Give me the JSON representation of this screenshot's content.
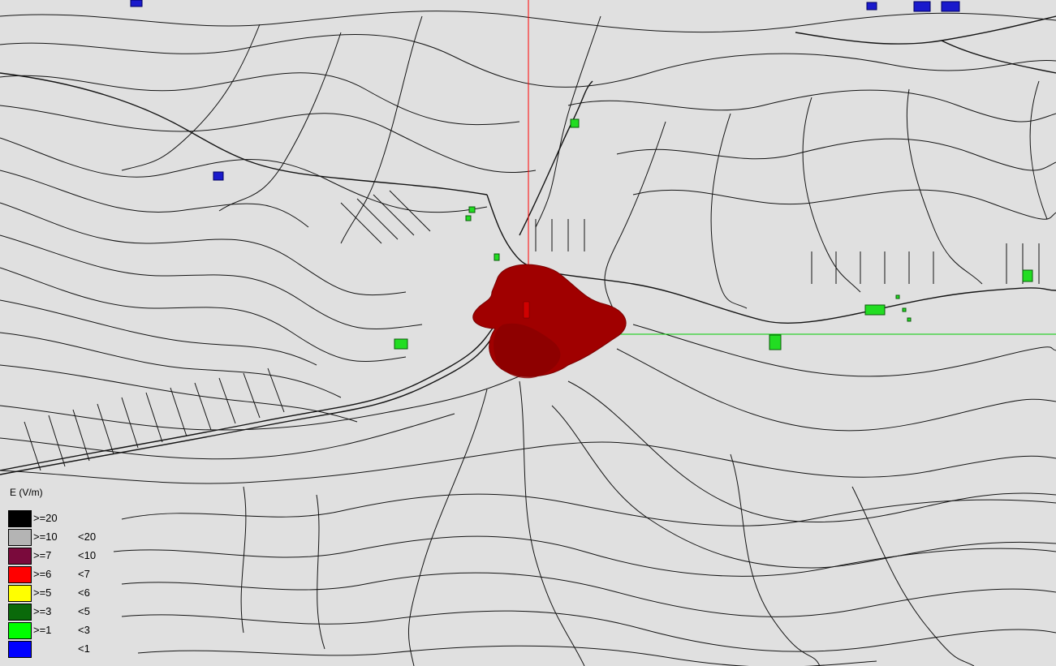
{
  "legend": {
    "title": "E (V/m)",
    "rows": [
      {
        "lower": ">=20",
        "upper": "",
        "color": "#000000"
      },
      {
        "lower": ">=10",
        "upper": "<20",
        "color": "#b4b4b4"
      },
      {
        "lower": ">=7",
        "upper": "<10",
        "color": "#7a0a3c"
      },
      {
        "lower": ">=6",
        "upper": "<7",
        "color": "#ff0000"
      },
      {
        "lower": ">=5",
        "upper": "<6",
        "color": "#ffff00"
      },
      {
        "lower": ">=3",
        "upper": "<5",
        "color": "#0a6a0a"
      },
      {
        "lower": ">=1",
        "upper": "<3",
        "color": "#00ff00"
      },
      {
        "lower": "",
        "upper": "<1",
        "color": "#0000ff"
      }
    ]
  },
  "colors": {
    "background": "#e0e0e0",
    "contour": "#141414",
    "axis_vertical": "#ff0000",
    "axis_horizontal": "#00cc00",
    "field_volume": "#a00000",
    "building_low": "#22dd22",
    "building_lowest": "#1a1acc"
  }
}
